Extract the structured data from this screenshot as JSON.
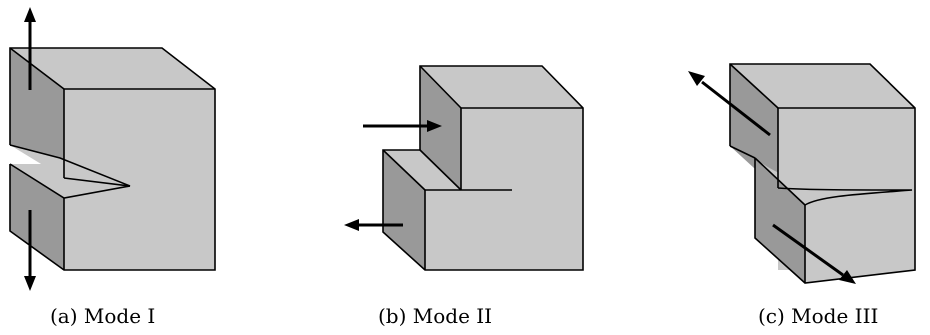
{
  "figure": {
    "panels": [
      {
        "caption": "(a) Mode I"
      },
      {
        "caption": "(b) Mode II"
      },
      {
        "caption": "(c) Mode III"
      }
    ]
  }
}
